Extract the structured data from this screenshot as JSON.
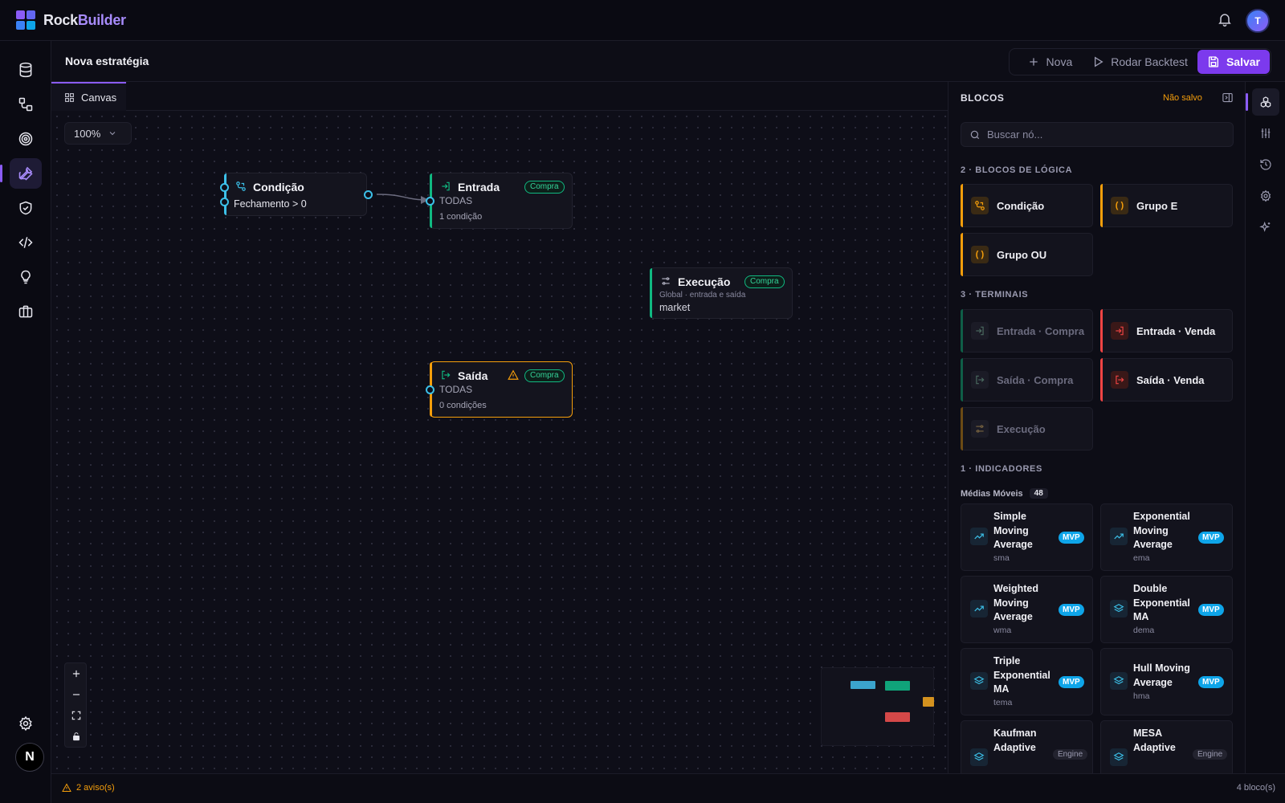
{
  "app": {
    "name_part1": "Rock",
    "name_part2": "Builder",
    "user_initial": "T",
    "org_initial": "N"
  },
  "header": {
    "title": "Nova estratégia",
    "new_label": "Nova",
    "backtest_label": "Rodar Backtest",
    "save_label": "Salvar"
  },
  "tabs": [
    {
      "label": "Canvas"
    }
  ],
  "canvas": {
    "zoom": "100%",
    "nodes": {
      "condicao": {
        "title": "Condição",
        "line1": "Fechamento > 0"
      },
      "entrada": {
        "title": "Entrada",
        "badge": "Compra",
        "line1": "TODAS",
        "line2": "1 condição"
      },
      "execucao": {
        "title": "Execução",
        "badge": "Compra",
        "line1": "Global · entrada e saída",
        "line2": "market"
      },
      "saida": {
        "title": "Saída",
        "badge": "Compra",
        "line1": "TODAS",
        "line2": "0 condições"
      }
    }
  },
  "status": {
    "warnings": "2 aviso(s)",
    "blocks": "4 bloco(s)"
  },
  "panel": {
    "title": "BLOCOS",
    "unsaved": "Não salvo",
    "search_placeholder": "Buscar nó...",
    "logic_title": "2 · BLOCOS DE LÓGICA",
    "logic": [
      "Condição",
      "Grupo E",
      "Grupo OU"
    ],
    "terminals_title": "3 · TERMINAIS",
    "terminals": [
      "Entrada · Compra",
      "Entrada · Venda",
      "Saída · Compra",
      "Saída · Venda",
      "Execução"
    ],
    "indicators_title": "1 · INDICADORES",
    "moving_avg_label": "Médias Móveis",
    "moving_avg_count": "48",
    "indicators": [
      {
        "name": "Simple Moving Average",
        "code": "sma",
        "tag": "MVP"
      },
      {
        "name": "Exponential Moving Average",
        "code": "ema",
        "tag": "MVP"
      },
      {
        "name": "Weighted Moving Average",
        "code": "wma",
        "tag": "MVP"
      },
      {
        "name": "Double Exponential MA",
        "code": "dema",
        "tag": "MVP"
      },
      {
        "name": "Triple Exponential MA",
        "code": "tema",
        "tag": "MVP"
      },
      {
        "name": "Hull Moving Average",
        "code": "hma",
        "tag": "MVP"
      },
      {
        "name": "Kaufman Adaptive",
        "code": "",
        "tag": "Engine"
      },
      {
        "name": "MESA Adaptive",
        "code": "",
        "tag": "Engine"
      }
    ]
  },
  "colors": {
    "accent": "#8b5cf6",
    "condition": "#3cc0e8",
    "entry": "#10b981",
    "exit": "#f59e0b",
    "sell": "#ef4444",
    "mvp": "#0ea5e9"
  }
}
